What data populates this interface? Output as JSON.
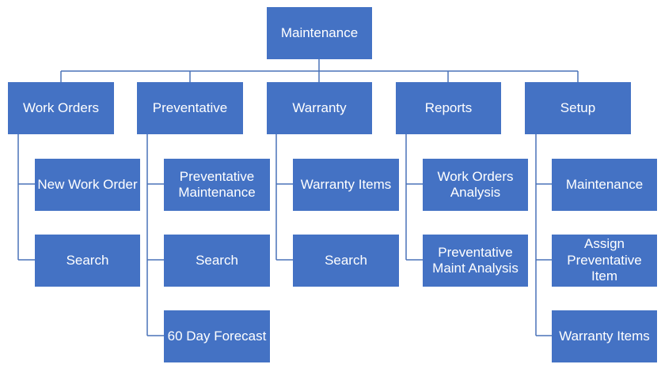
{
  "root": {
    "label": "Maintenance"
  },
  "categories": [
    {
      "label": "Work Orders",
      "items": [
        "New Work Order",
        "Search"
      ]
    },
    {
      "label": "Preventative",
      "items": [
        "Preventative Maintenance",
        "Search",
        "60 Day Forecast"
      ]
    },
    {
      "label": "Warranty",
      "items": [
        "Warranty Items",
        "Search"
      ]
    },
    {
      "label": "Reports",
      "items": [
        "Work Orders Analysis",
        "Preventative Maint Analysis"
      ]
    },
    {
      "label": "Setup",
      "items": [
        "Maintenance",
        "Assign Preventative Item",
        "Warranty Items"
      ]
    }
  ],
  "colors": {
    "box": "#4472c4",
    "connector": "#4a72b8",
    "text": "#ffffff"
  }
}
